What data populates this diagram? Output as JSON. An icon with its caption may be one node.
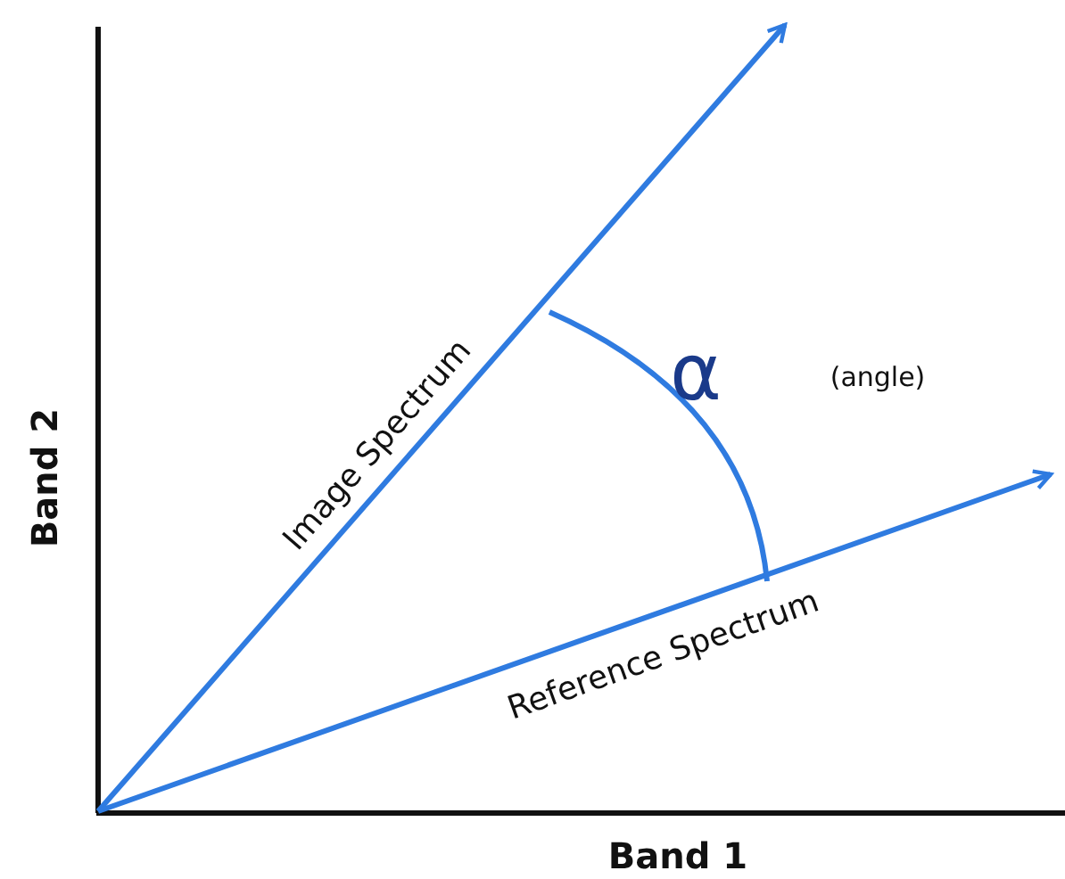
{
  "diagram": {
    "labels": [
      "Band 2",
      "Image Spectrum",
      "α",
      "(angle)",
      "Reference Spectrum",
      "Band 1"
    ]
  }
}
